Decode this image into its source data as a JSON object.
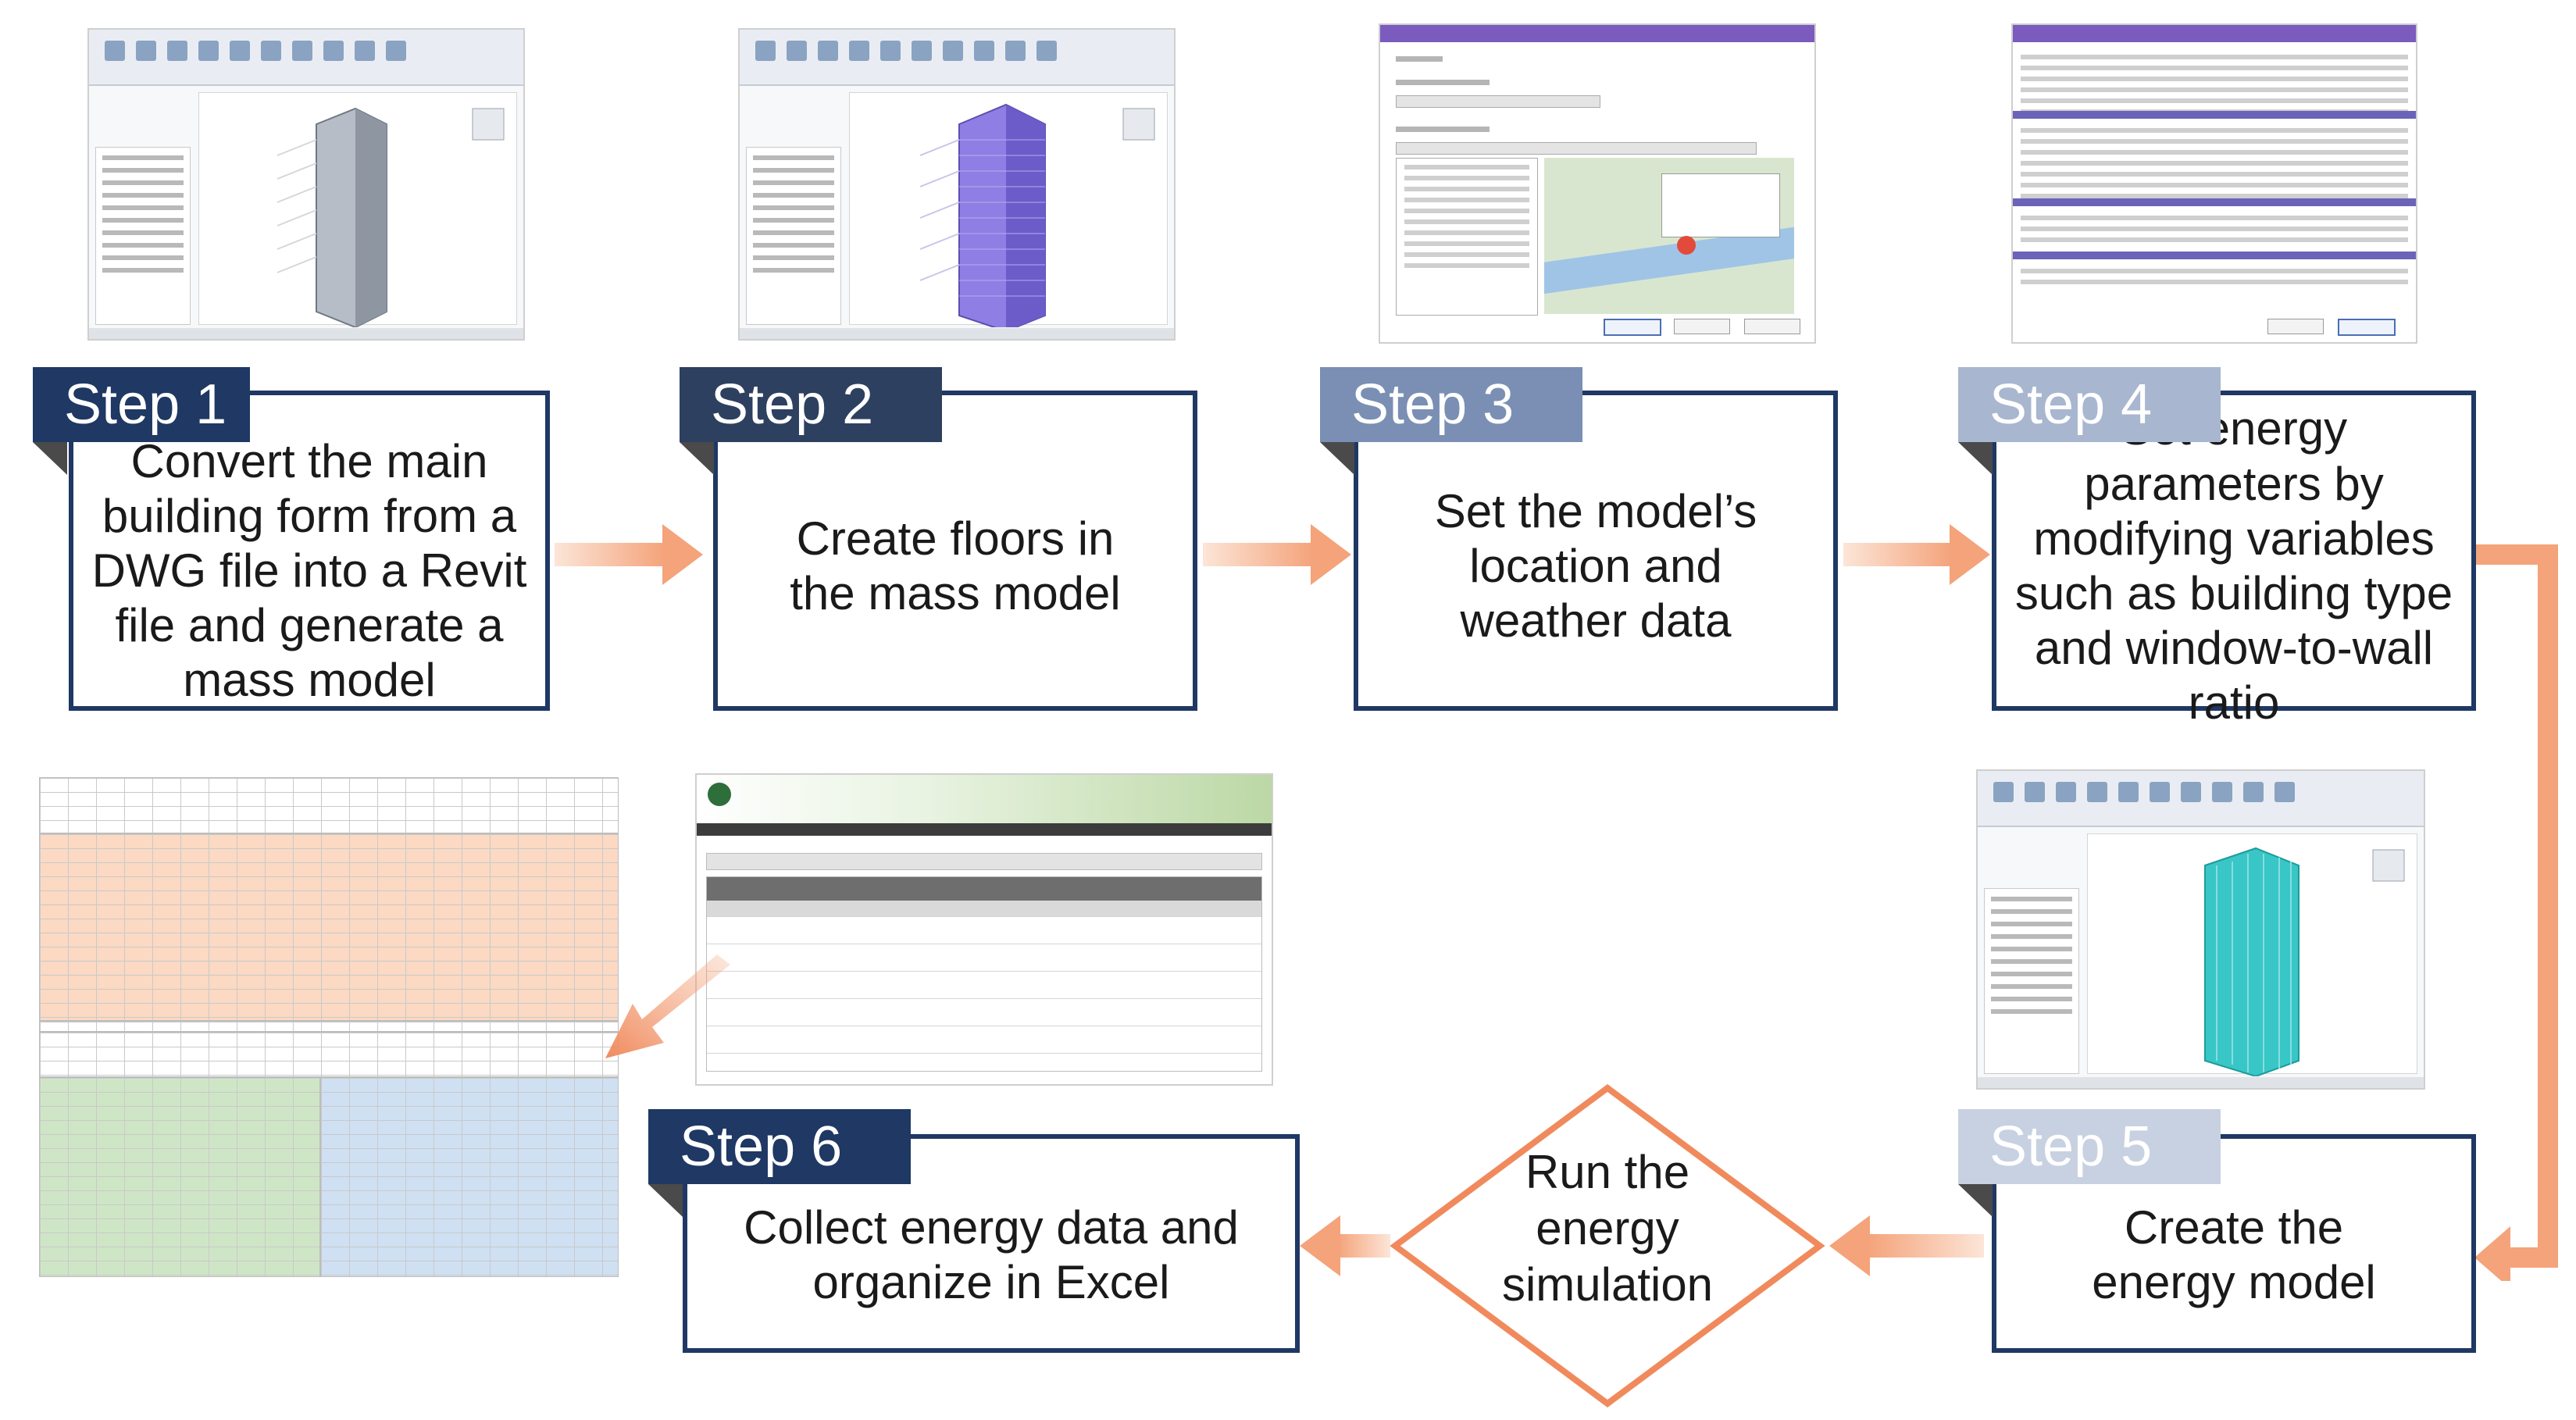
{
  "steps": [
    {
      "tab": "Step 1",
      "text": "Convert the main building form from a DWG file into a Revit file and generate a mass model"
    },
    {
      "tab": "Step 2",
      "text": "Create floors in the mass model"
    },
    {
      "tab": "Step 3",
      "text": "Set the model’s location and weather data"
    },
    {
      "tab": "Step 4",
      "text": "Set energy parameters by modifying variables such as building type and window-to-wall ratio"
    },
    {
      "tab": "Step 5",
      "text": "Create the energy model"
    },
    {
      "tab": "Step 6",
      "text": "Collect energy data and organize in Excel"
    }
  ],
  "decision": {
    "text": "Run the energy simulation"
  },
  "colors": {
    "box_border": "#1f3864",
    "arrow": "#f4a37a",
    "diamond": "#f08a5d",
    "mass_gray": "#9aa2ad",
    "mass_purple": "#7b68d6",
    "mass_teal": "#2bbcbc",
    "excel_orange": "#fbd9c3",
    "excel_green": "#cfe6c6",
    "excel_blue": "#cfe0f2"
  },
  "icons": {
    "map_pin": "map-pin-icon",
    "autodesk_logo": "autodesk-logo-icon"
  }
}
